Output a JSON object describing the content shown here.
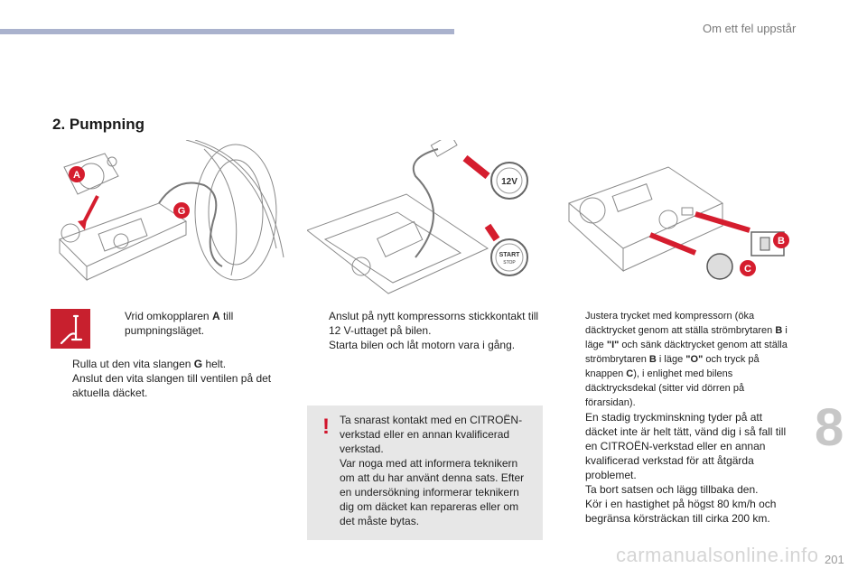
{
  "header": {
    "title": "Om ett fel uppstår"
  },
  "section": {
    "title": "2. Pumpning"
  },
  "col1": {
    "intro": {
      "marker": "",
      "text_a": "Vrid omkopplaren ",
      "bold_a": "A",
      "text_b": " till pumpningsläget."
    },
    "items": [
      {
        "marker": "",
        "text_a": "Rulla ut den vita slangen ",
        "bold_a": "G",
        "text_b": " helt."
      },
      {
        "marker": "",
        "text": "Anslut den vita slangen till ventilen på det aktuella däcket."
      }
    ]
  },
  "col2": {
    "items": [
      {
        "marker": "",
        "text": "Anslut på nytt kompressorns stickkontakt till 12 V-uttaget på bilen."
      },
      {
        "marker": "",
        "text": "Starta bilen och låt motorn vara i gång."
      }
    ],
    "warning": {
      "symbol": "!",
      "text1": "Ta snarast kontakt med en CITROËN-verkstad eller en annan kvalificerad verkstad.",
      "text2": "Var noga med att informera teknikern om att du har använt denna sats. Efter en undersökning informerar teknikern dig om däcket kan repareras eller om det måste bytas."
    }
  },
  "col3": {
    "item1": {
      "marker": "",
      "t1": "Justera trycket med kompressorn (öka däcktrycket genom att ställa strömbrytaren ",
      "b1": "B",
      "t2": " i läge ",
      "b2": "\"I\"",
      "t3": " och sänk däcktrycket genom att ställa strömbrytaren ",
      "b3": "B",
      "t4": " i läge ",
      "b4": "\"O\"",
      "t5": " och tryck på knappen ",
      "b5": "C",
      "t6": "), i enlighet med bilens däcktrycksdekal (sitter vid dörren på förarsidan).",
      "cont": "En stadig tryckminskning tyder på att däcket inte är helt tätt, vänd dig i så fall till en CITROËN-verkstad eller en annan kvalificerad verkstad för att åtgärda problemet."
    },
    "items": [
      {
        "marker": "",
        "text": "Ta bort satsen och lägg tillbaka den."
      },
      {
        "marker": "",
        "text": "Kör i en hastighet på högst 80 km/h och begränsa körsträckan till cirka 200 km."
      }
    ]
  },
  "illustrations": {
    "label_a": "A",
    "label_g": "G",
    "label_b": "B",
    "label_c": "C",
    "socket_label": "12V",
    "start_top": "START",
    "start_bottom": "STOP"
  },
  "chapter": "8",
  "page_number": "201",
  "watermark": "carmanualsonline.info",
  "colors": {
    "accent_red": "#c8202e",
    "bar": "#aab2cd",
    "warning_bg": "#e7e7e7"
  }
}
